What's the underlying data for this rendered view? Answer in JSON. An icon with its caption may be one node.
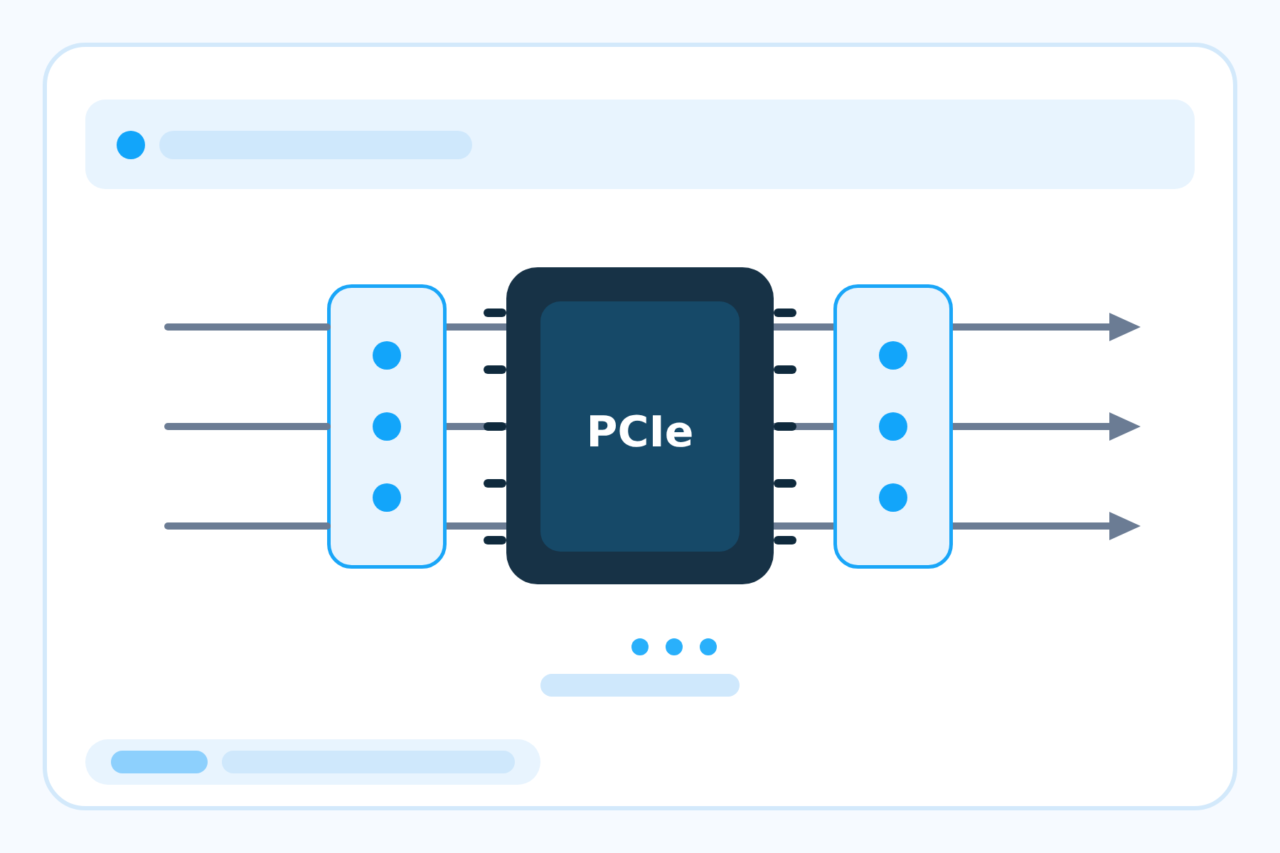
{
  "diagram": {
    "nodes": [
      {
        "text": [],
        "shape": "box"
      },
      {
        "text": [
          "PCIe"
        ]
      },
      {
        "text": [],
        "shape": "box"
      }
    ],
    "edges": [
      {
        "from": null,
        "to": 0,
        "arrow": "none"
      },
      {
        "from": 0,
        "to": 1,
        "arrow": "none"
      },
      {
        "from": 1,
        "to": 2,
        "arrow": "none"
      },
      {
        "from": 2,
        "to": null,
        "arrow": "to"
      },
      {
        "from": null,
        "to": 0,
        "arrow": "none"
      },
      {
        "from": 0,
        "to": 1,
        "arrow": "none"
      },
      {
        "from": 1,
        "to": 2,
        "arrow": "none"
      },
      {
        "from": 2,
        "to": null,
        "arrow": "to"
      },
      {
        "from": null,
        "to": 0,
        "arrow": "none"
      },
      {
        "from": 0,
        "to": 1,
        "arrow": "none"
      },
      {
        "from": 1,
        "to": 2,
        "arrow": "none"
      },
      {
        "from": 2,
        "to": null,
        "arrow": "to"
      }
    ]
  }
}
